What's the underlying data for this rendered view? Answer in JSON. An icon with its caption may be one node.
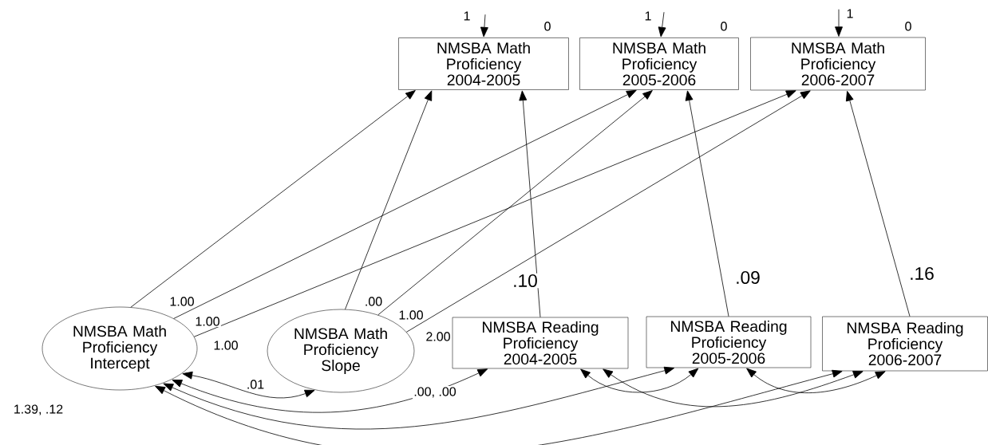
{
  "diagram": {
    "nodes": [
      {
        "text": [
          "NMSBA Math Proficiency 2004-2005"
        ],
        "beside": [
          "0"
        ]
      },
      {
        "text": [
          "NMSBA Math Proficiency 2005-2006"
        ],
        "beside": [
          "0"
        ]
      },
      {
        "text": [
          "NMSBA Math Proficiency 2006-2007"
        ],
        "beside": [
          "0"
        ]
      },
      {
        "text": [
          "NMSBA Math Proficiency Intercept"
        ],
        "beside": [
          "1.39, .12"
        ]
      },
      {
        "text": [
          "NMSBA Math Proficiency Slope"
        ]
      },
      {
        "text": [
          "NMSBA Reading Proficiency 2004-2005"
        ]
      },
      {
        "text": [
          "NMSBA Reading Proficiency 2005-2006"
        ]
      },
      {
        "text": [
          "NMSBA Reading Proficiency 2006-2007"
        ]
      }
    ],
    "edges": [
      {
        "from": null,
        "to": 0,
        "arrow": "to",
        "label": "1"
      },
      {
        "from": null,
        "to": 1,
        "arrow": "to",
        "label": "1"
      },
      {
        "from": null,
        "to": 2,
        "arrow": "to",
        "label": "1"
      },
      {
        "from": 3,
        "to": 0,
        "arrow": "to",
        "label": "1.00"
      },
      {
        "from": 3,
        "to": 1,
        "arrow": "to",
        "label": "1.00"
      },
      {
        "from": 3,
        "to": 2,
        "arrow": "to",
        "label": "1.00"
      },
      {
        "from": 4,
        "to": 0,
        "arrow": "to",
        "label": ".00"
      },
      {
        "from": 4,
        "to": 1,
        "arrow": "to",
        "label": "1.00"
      },
      {
        "from": 4,
        "to": 2,
        "arrow": "to",
        "label": "2.00"
      },
      {
        "from": 5,
        "to": 0,
        "arrow": "to",
        "label": ".10"
      },
      {
        "from": 6,
        "to": 1,
        "arrow": "to",
        "label": ".09"
      },
      {
        "from": 7,
        "to": 2,
        "arrow": "to",
        "label": ".16"
      },
      {
        "from": 3,
        "to": 4,
        "arrow": "both",
        "label": ".01"
      },
      {
        "from": 3,
        "to": 5,
        "arrow": "both",
        "label": ".00, .00"
      },
      {
        "from": 3,
        "to": 6,
        "arrow": "both"
      },
      {
        "from": 3,
        "to": 7,
        "arrow": "both"
      },
      {
        "from": 5,
        "to": 6,
        "arrow": "both"
      },
      {
        "from": 5,
        "to": 7,
        "arrow": "both"
      },
      {
        "from": 6,
        "to": 7,
        "arrow": "both"
      }
    ]
  }
}
